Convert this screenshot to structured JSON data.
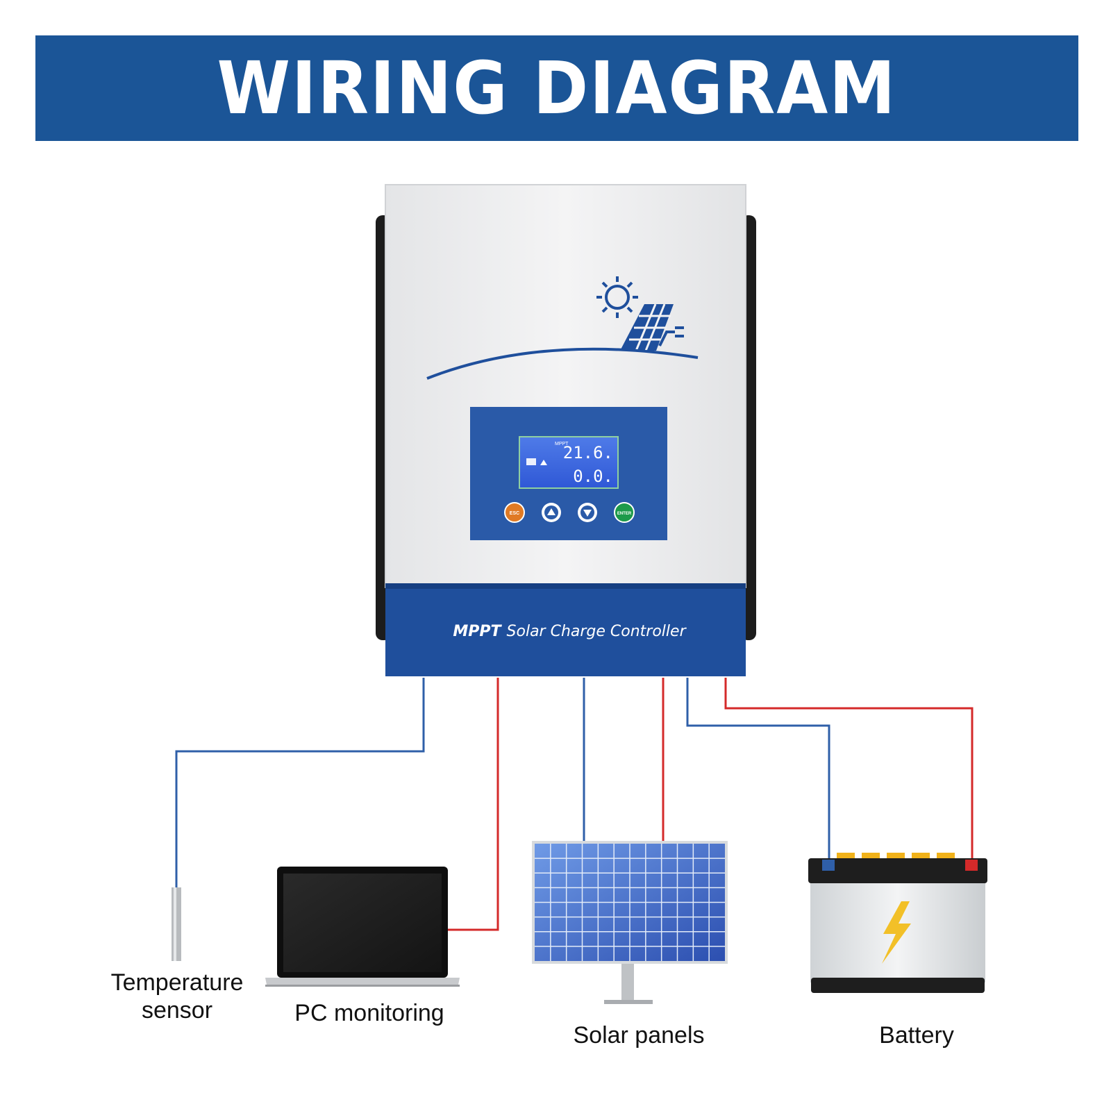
{
  "header": {
    "title": "WIRING DIAGRAM"
  },
  "controller": {
    "label_bold": "MPPT",
    "label_rest": "Solar Charge Controller",
    "lcd": {
      "top_value": "21.6.",
      "bottom_value": "0.0.",
      "tag": "MPPT"
    },
    "buttons": [
      "ESC",
      "up",
      "down",
      "ENTER"
    ]
  },
  "components": {
    "temperature_sensor": {
      "line1": "Temperature",
      "line2": "sensor"
    },
    "pc": "PC monitoring",
    "solar": "Solar panels",
    "battery": "Battery"
  },
  "colors": {
    "banner": "#1b5597",
    "negative_wire": "#2f5fa8",
    "positive_wire": "#d42a2a",
    "controller_blue": "#1f4f9c"
  }
}
